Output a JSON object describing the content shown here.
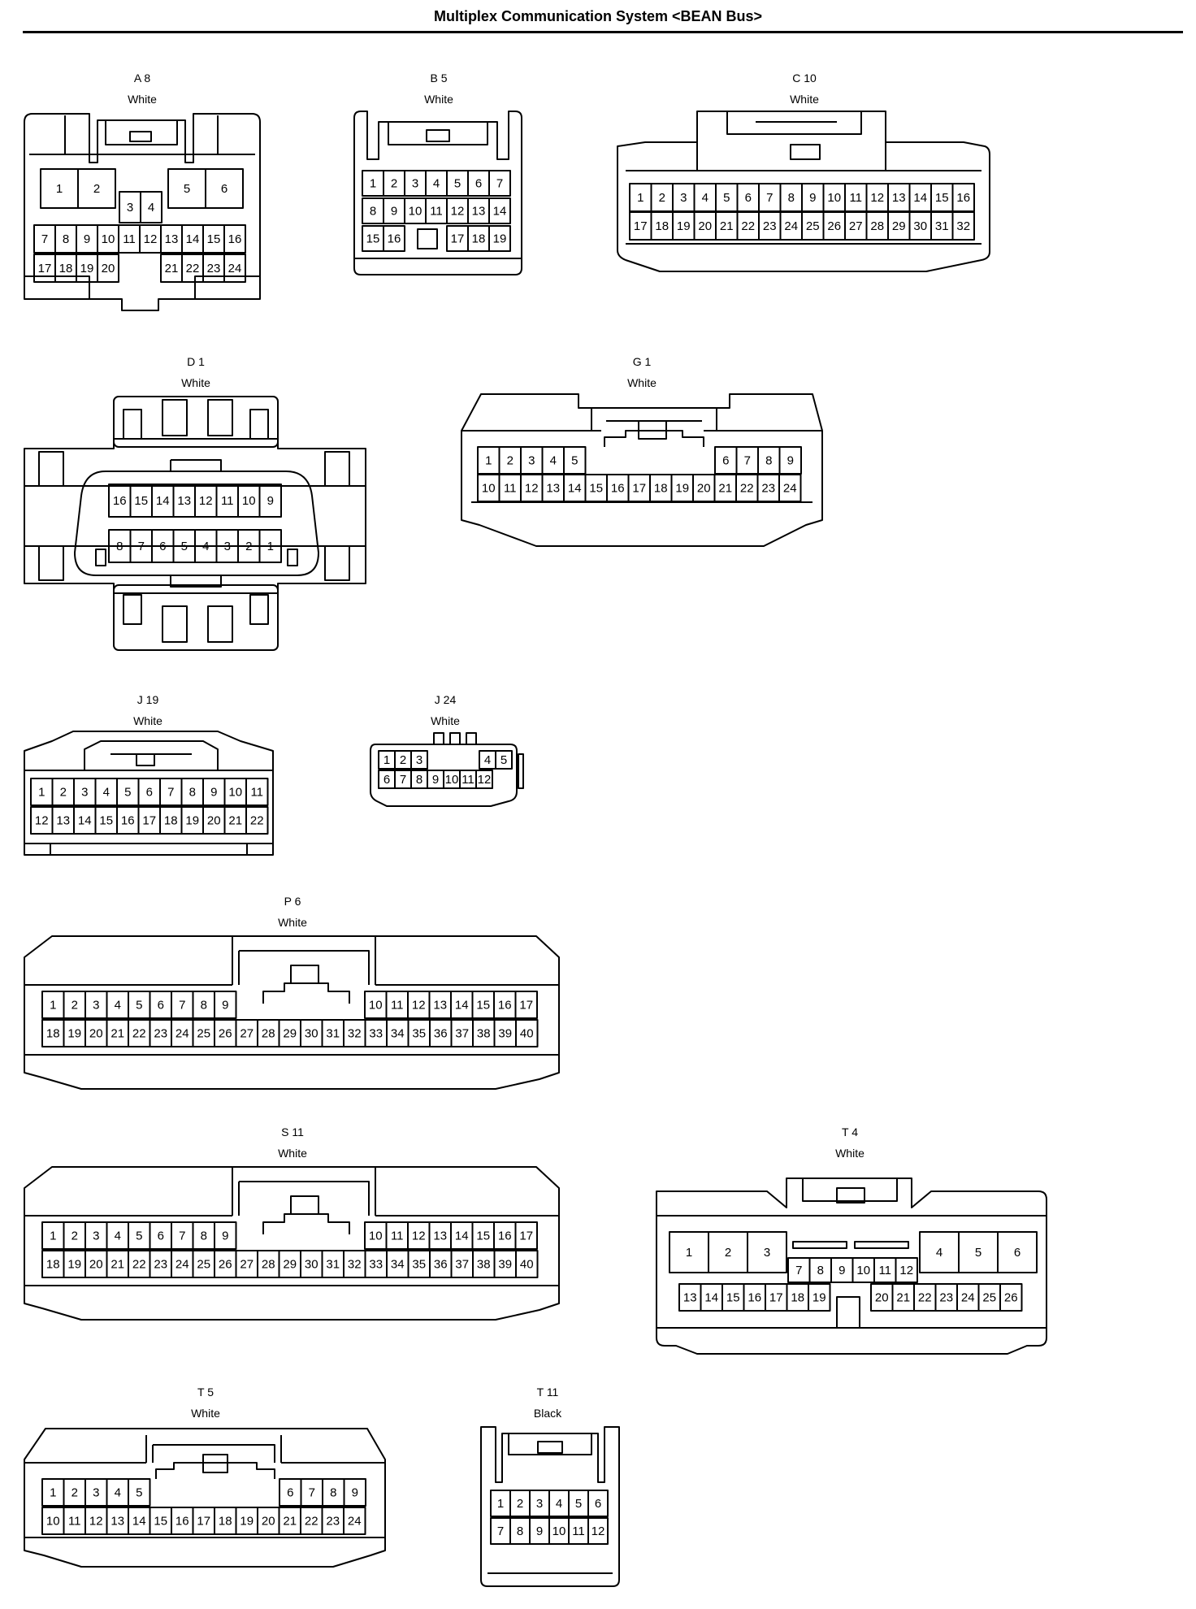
{
  "title": "Multiplex Communication System <BEAN Bus>",
  "connectors": {
    "A8": {
      "id": "A 8",
      "color": "White",
      "pins": [
        "1",
        "2",
        "3",
        "4",
        "5",
        "6",
        "7",
        "8",
        "9",
        "10",
        "11",
        "12",
        "13",
        "14",
        "15",
        "16",
        "17",
        "18",
        "19",
        "20",
        "21",
        "22",
        "23",
        "24"
      ]
    },
    "B5": {
      "id": "B 5",
      "color": "White",
      "pins": [
        "1",
        "2",
        "3",
        "4",
        "5",
        "6",
        "7",
        "8",
        "9",
        "10",
        "11",
        "12",
        "13",
        "14",
        "15",
        "16",
        "17",
        "18",
        "19"
      ]
    },
    "C10": {
      "id": "C 10",
      "color": "White",
      "pins": [
        "1",
        "2",
        "3",
        "4",
        "5",
        "6",
        "7",
        "8",
        "9",
        "10",
        "11",
        "12",
        "13",
        "14",
        "15",
        "16",
        "17",
        "18",
        "19",
        "20",
        "21",
        "22",
        "23",
        "24",
        "25",
        "26",
        "27",
        "28",
        "29",
        "30",
        "31",
        "32"
      ]
    },
    "D1": {
      "id": "D 1",
      "color": "White",
      "pins": [
        "16",
        "15",
        "14",
        "13",
        "12",
        "11",
        "10",
        "9",
        "8",
        "7",
        "6",
        "5",
        "4",
        "3",
        "2",
        "1"
      ]
    },
    "G1": {
      "id": "G 1",
      "color": "White",
      "pins": [
        "1",
        "2",
        "3",
        "4",
        "5",
        "6",
        "7",
        "8",
        "9",
        "10",
        "11",
        "12",
        "13",
        "14",
        "15",
        "16",
        "17",
        "18",
        "19",
        "20",
        "21",
        "22",
        "23",
        "24"
      ]
    },
    "J19": {
      "id": "J 19",
      "color": "White",
      "pins": [
        "1",
        "2",
        "3",
        "4",
        "5",
        "6",
        "7",
        "8",
        "9",
        "10",
        "11",
        "12",
        "13",
        "14",
        "15",
        "16",
        "17",
        "18",
        "19",
        "20",
        "21",
        "22"
      ]
    },
    "J24": {
      "id": "J 24",
      "color": "White",
      "pins": [
        "1",
        "2",
        "3",
        "4",
        "5",
        "6",
        "7",
        "8",
        "9",
        "10",
        "11",
        "12"
      ]
    },
    "P6": {
      "id": "P 6",
      "color": "White",
      "pins": [
        "1",
        "2",
        "3",
        "4",
        "5",
        "6",
        "7",
        "8",
        "9",
        "10",
        "11",
        "12",
        "13",
        "14",
        "15",
        "16",
        "17",
        "18",
        "19",
        "20",
        "21",
        "22",
        "23",
        "24",
        "25",
        "26",
        "27",
        "28",
        "29",
        "30",
        "31",
        "32",
        "33",
        "34",
        "35",
        "36",
        "37",
        "38",
        "39",
        "40"
      ]
    },
    "S11": {
      "id": "S 11",
      "color": "White",
      "pins": [
        "1",
        "2",
        "3",
        "4",
        "5",
        "6",
        "7",
        "8",
        "9",
        "10",
        "11",
        "12",
        "13",
        "14",
        "15",
        "16",
        "17",
        "18",
        "19",
        "20",
        "21",
        "22",
        "23",
        "24",
        "25",
        "26",
        "27",
        "28",
        "29",
        "30",
        "31",
        "32",
        "33",
        "34",
        "35",
        "36",
        "37",
        "38",
        "39",
        "40"
      ]
    },
    "T4": {
      "id": "T 4",
      "color": "White",
      "pins": [
        "1",
        "2",
        "3",
        "4",
        "5",
        "6",
        "7",
        "8",
        "9",
        "10",
        "11",
        "12",
        "13",
        "14",
        "15",
        "16",
        "17",
        "18",
        "19",
        "20",
        "21",
        "22",
        "23",
        "24",
        "25",
        "26"
      ]
    },
    "T5": {
      "id": "T 5",
      "color": "White",
      "pins": [
        "1",
        "2",
        "3",
        "4",
        "5",
        "6",
        "7",
        "8",
        "9",
        "10",
        "11",
        "12",
        "13",
        "14",
        "15",
        "16",
        "17",
        "18",
        "19",
        "20",
        "21",
        "22",
        "23",
        "24"
      ]
    },
    "T11": {
      "id": "T 11",
      "color": "Black",
      "pins": [
        "1",
        "2",
        "3",
        "4",
        "5",
        "6",
        "7",
        "8",
        "9",
        "10",
        "11",
        "12"
      ]
    }
  }
}
